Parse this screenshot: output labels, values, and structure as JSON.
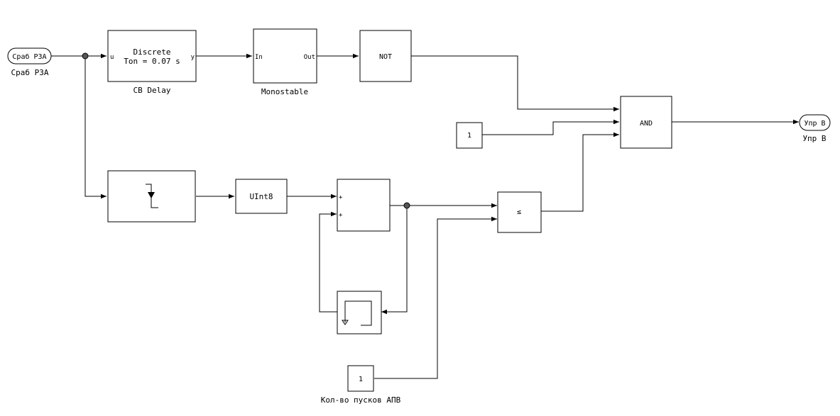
{
  "ports": {
    "inport": {
      "label": "Сраб РЗА",
      "caption": "Сраб РЗА"
    },
    "outport": {
      "label": "Упр В",
      "caption": "Упр В"
    }
  },
  "blocks": {
    "cb_delay": {
      "line1": "Discrete",
      "line2": "Ton = 0.07 s",
      "in_port": "u",
      "out_port": "y",
      "caption": "CB Delay"
    },
    "monostable": {
      "in_port": "In",
      "out_port": "Out",
      "caption": "Monostable"
    },
    "not_gate": {
      "label": "NOT"
    },
    "constant_1": {
      "value": "1"
    },
    "and_gate": {
      "label": "AND"
    },
    "edge_detector": {
      "icon": "falling-edge-icon"
    },
    "convert": {
      "label": "UInt8"
    },
    "sum": {
      "sign1": "+",
      "sign2": "+"
    },
    "unit_delay": {
      "icon": "unit-delay-icon"
    },
    "compare": {
      "label": "≤"
    },
    "constant_apv": {
      "value": "1",
      "caption": "Кол-во пусков АПВ"
    }
  }
}
